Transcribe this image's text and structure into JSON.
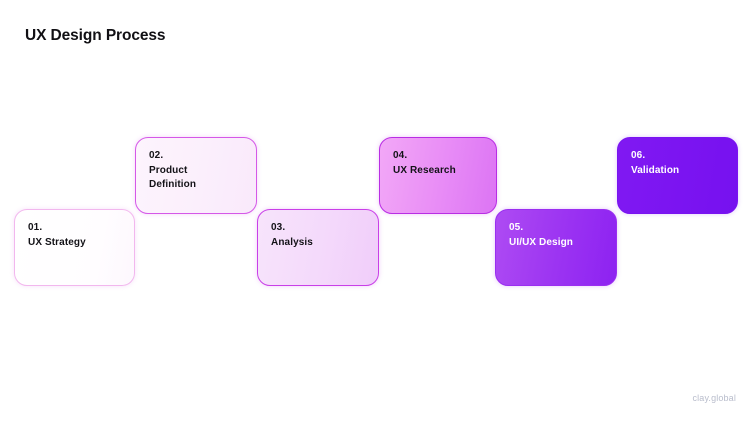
{
  "header": {
    "title": "UX Design Process"
  },
  "diagram": {
    "type": "staircase-process",
    "steps": [
      {
        "number": "01.",
        "label": "UX Strategy",
        "position": "lower",
        "text_color": "#131217",
        "fill": "#ffffff"
      },
      {
        "number": "02.",
        "label": "Product\nDefinition",
        "position": "upper",
        "text_color": "#131217",
        "fill": "#fbeffc"
      },
      {
        "number": "03.",
        "label": "Analysis",
        "position": "lower",
        "text_color": "#131217",
        "fill": "#f4d9fb"
      },
      {
        "number": "04.",
        "label": "UX Research",
        "position": "upper",
        "text_color": "#131217",
        "fill": "#e98ef6"
      },
      {
        "number": "05.",
        "label": "UI/UX Design",
        "position": "lower",
        "text_color": "#ffffff",
        "fill": "#9b33f2"
      },
      {
        "number": "06.",
        "label": "Validation",
        "position": "upper",
        "text_color": "#ffffff",
        "fill": "#7b14f1"
      }
    ],
    "gradient_start": "#ffffff",
    "gradient_end": "#7611ef",
    "border_start": "#f2b7ee",
    "border_end": "#7a13f1"
  },
  "footer": {
    "watermark": "clay.global"
  }
}
